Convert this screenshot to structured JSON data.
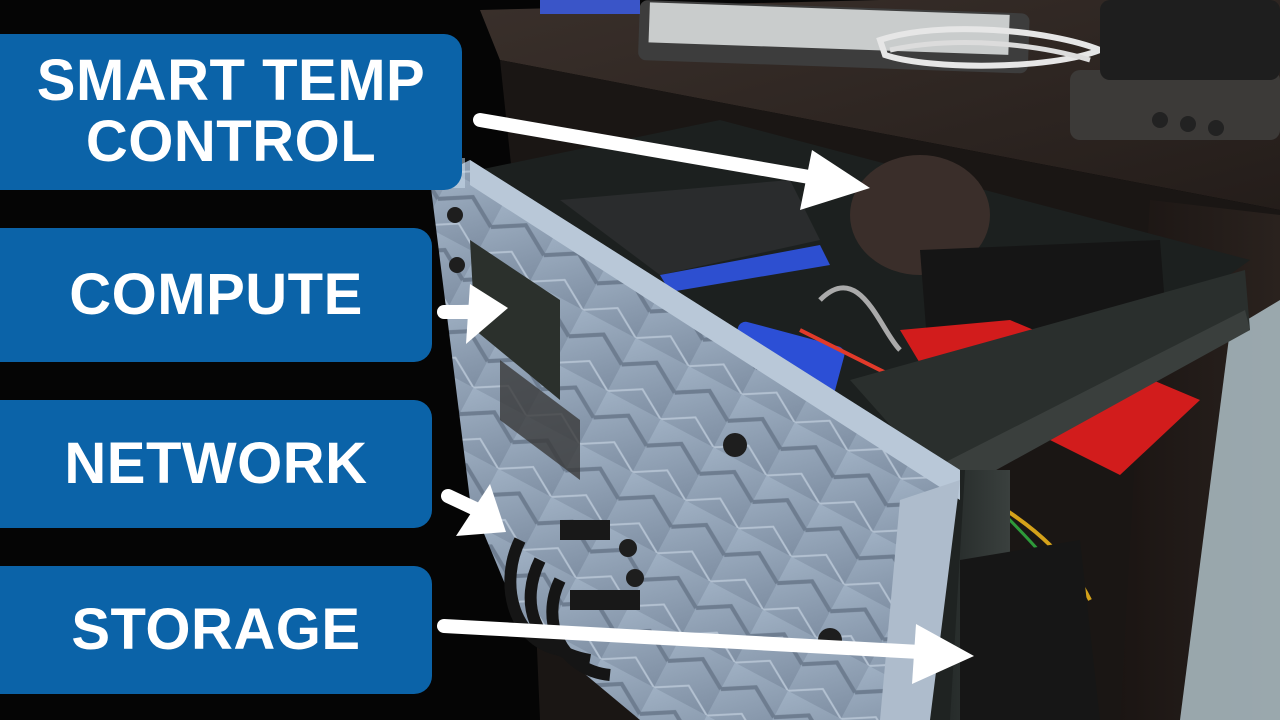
{
  "image": {
    "description_icon": "photo-of-3d-printed-server-case"
  },
  "labels": {
    "smart_temp_line1": "SMART TEMP",
    "smart_temp_line2": "CONTROL",
    "compute": "COMPUTE",
    "network": "NETWORK",
    "storage": "STORAGE"
  },
  "colors": {
    "label_bg": "#0b63a8",
    "label_text": "#ffffff",
    "arrow": "#ffffff",
    "shelf": "#2b2420",
    "faceplate": "#8f9fb3",
    "case_frame": "#2e3331",
    "tray_red": "#d61f1f"
  }
}
